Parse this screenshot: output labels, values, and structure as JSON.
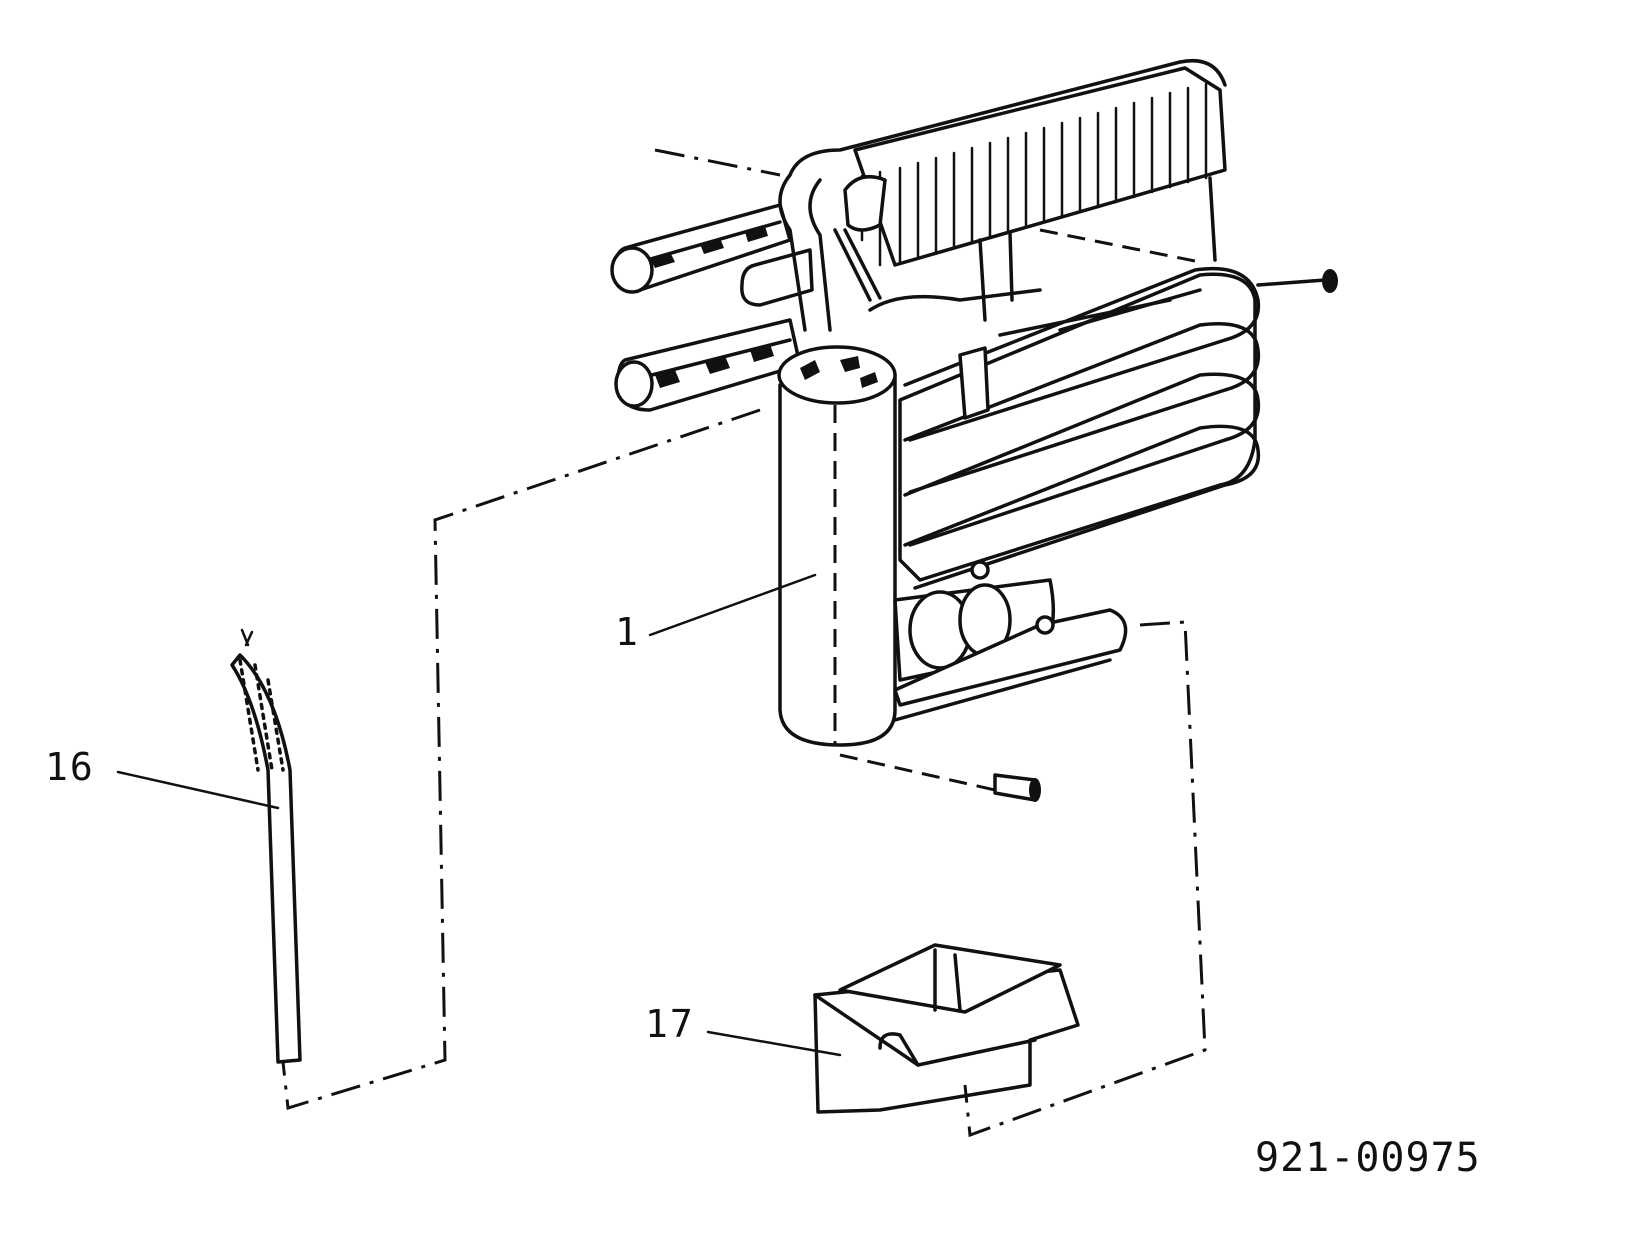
{
  "callouts": {
    "part_1": "1",
    "part_16": "16",
    "part_17": "17"
  },
  "reference_number": "921-00975"
}
